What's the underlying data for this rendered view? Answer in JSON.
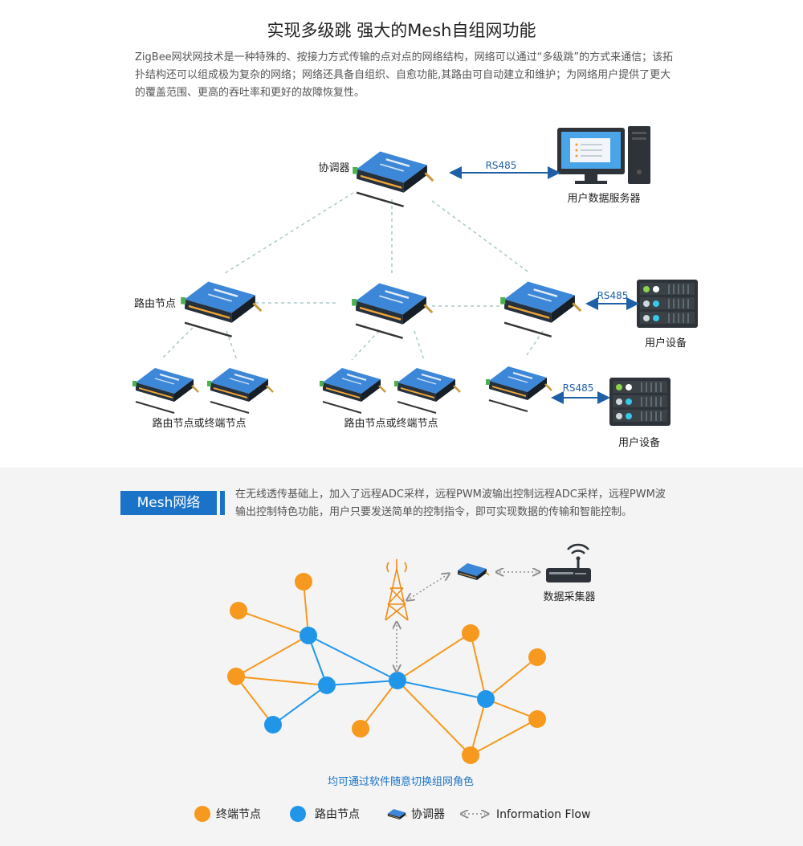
{
  "title": "实现多级跳  强大的Mesh自组网功能",
  "intro": "ZigBee网状网技术是一种特殊的、按接力方式传输的点对点的网络结构，网络可以通过“多级跳”的方式来通信；该拓扑结构还可以组成极为复杂的网络；网络还具备自组织、自愈功能,其路由可自动建立和维护；为网络用户提供了更大的覆盖范围、更高的吞吐率和更好的故障恢复性。",
  "topology": {
    "coordinator_label": "协调器",
    "server_label": "用户数据服务器",
    "router_label": "路由节点",
    "device_label_1": "用户设备",
    "device_label_2": "用户设备",
    "group_label_1": "路由节点或终端节点",
    "group_label_2": "路由节点或终端节点",
    "rs485_1": "RS485",
    "rs485_2": "RS485",
    "rs485_3": "RS485"
  },
  "mesh": {
    "badge": "Mesh网络",
    "description": "在无线透传基础上，加入了远程ADC采样，远程PWM波输出控制远程ADC采样，远程PWM波输出控制特色功能，用户只要发送简单的控制指令，即可实现数据的传输和智能控制。",
    "collector_label": "数据采集器",
    "caption": "均可通过软件随意切换组网角色",
    "legend": {
      "end_node": "终端节点",
      "router_node": "路由节点",
      "coordinator": "协调器",
      "info_flow": "Information Flow"
    }
  },
  "colors": {
    "accent_blue": "#1a73c6",
    "router_blue": "#2196e9",
    "end_orange": "#f6991e",
    "dashed_line": "#a8c9c9",
    "arrow_blue": "#1e5fa8"
  }
}
